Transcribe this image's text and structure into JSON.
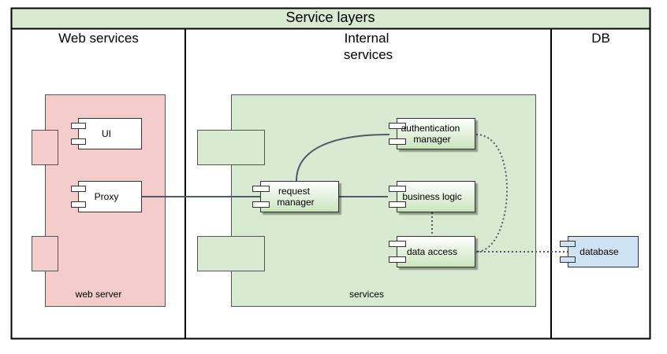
{
  "diagram": {
    "title": "Service layers",
    "lanes": {
      "web": {
        "title": "Web services"
      },
      "internal": {
        "title_line1": "Internal",
        "title_line2": "services"
      },
      "db": {
        "title": "DB"
      }
    },
    "containers": {
      "web_server": {
        "label": "web server",
        "fill": "#f4cccc"
      },
      "services": {
        "label": "services",
        "fill": "#d9ead3"
      }
    },
    "components": {
      "ui": {
        "label": "UI"
      },
      "proxy": {
        "label": "Proxy"
      },
      "request_manager": {
        "label_line1": "request",
        "label_line2": "manager"
      },
      "auth_manager": {
        "label_line1": "authentication",
        "label_line2": "manager"
      },
      "business_logic": {
        "label": "business logic"
      },
      "data_access": {
        "label": "data access"
      },
      "database": {
        "label": "database",
        "fill": "#cfe2f3"
      }
    },
    "colors": {
      "header_fill": "#d9ead3",
      "connector": "#4d5c66"
    }
  }
}
